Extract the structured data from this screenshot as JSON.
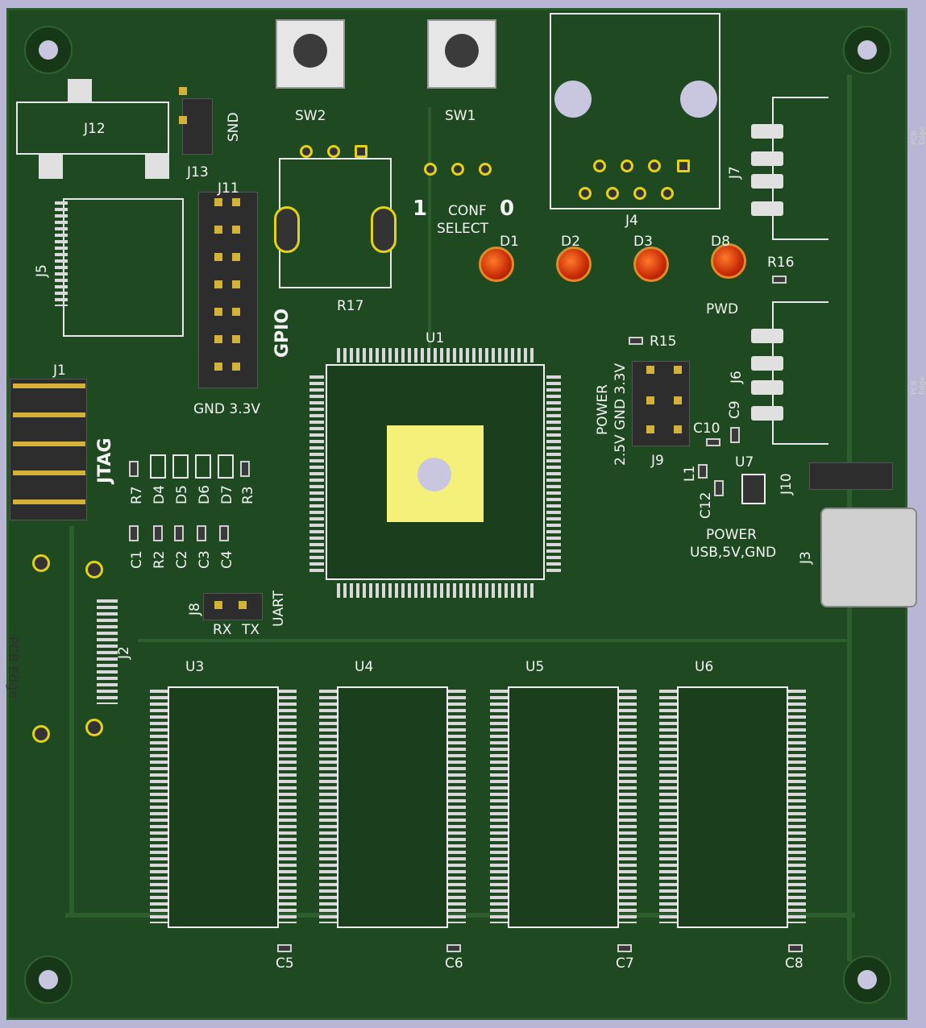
{
  "board": {
    "edge_label_left": "PCB Edge",
    "edge_label_right_top": "PCB Edge",
    "edge_label_right_mid": "PCB Edge"
  },
  "refs": {
    "sw2": "SW2",
    "sw1": "SW1",
    "j12": "J12",
    "j13": "J13",
    "snd": "SND",
    "j11": "J11",
    "j5": "J5",
    "gpio": "GPIO",
    "gnd33": "GND 3.3V",
    "r17": "R17",
    "one": "1",
    "zero": "0",
    "conf": "CONF",
    "select": "SELECT",
    "j4": "J4",
    "j7": "J7",
    "d1": "D1",
    "d2": "D2",
    "d3": "D3",
    "d8": "D8",
    "r16": "R16",
    "pwd": "PWD",
    "u1": "U1",
    "r15": "R15",
    "j6": "J6",
    "power_lbl": "POWER",
    "power_v": "2.5V GND 3.3V",
    "c10": "C10",
    "c9": "C9",
    "j9": "J9",
    "l1": "L1",
    "u7": "U7",
    "c12": "C12",
    "j10": "J10",
    "power2": "POWER",
    "power2_v": "USB,5V,GND",
    "j3": "J3",
    "j1": "J1",
    "jtag": "JTAG",
    "r7": "R7",
    "d4": "D4",
    "d5": "D5",
    "d6": "D6",
    "d7": "D7",
    "r3": "R3",
    "c1": "C1",
    "r2": "R2",
    "c2": "C2",
    "c3": "C3",
    "c4": "C4",
    "j8": "J8",
    "rx": "RX",
    "tx": "TX",
    "uart": "UART",
    "j2": "J2",
    "u3": "U3",
    "u4": "U4",
    "u5": "U5",
    "u6": "U6",
    "c5": "C5",
    "c6": "C6",
    "c7": "C7",
    "c8": "C8"
  },
  "colors": {
    "board": "#1f4a21",
    "silkscreen": "#f4f4f4",
    "copper_gold": "#d4b23a",
    "background": "#b9b5d4"
  }
}
